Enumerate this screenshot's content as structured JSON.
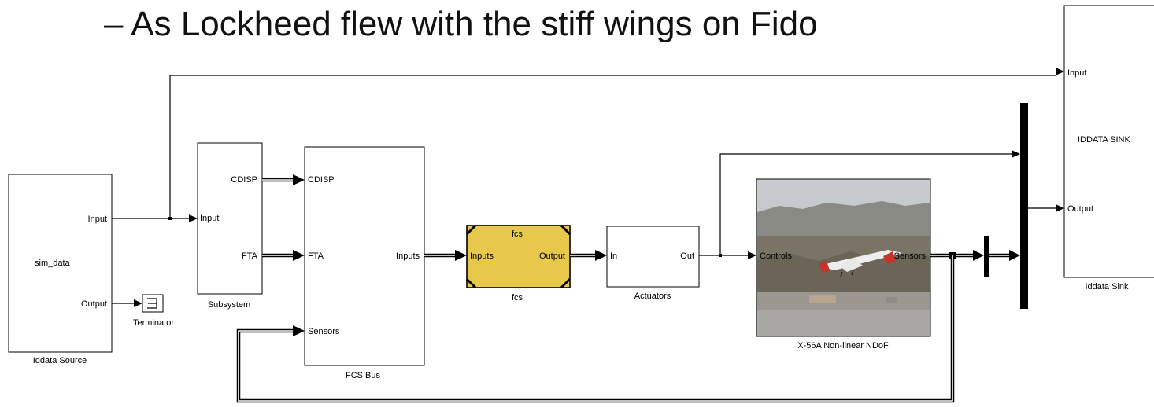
{
  "heading": "– As Lockheed flew with the stiff wings on Fido",
  "blocks": {
    "iddata_source": {
      "name": "Iddata Source",
      "body": "sim_data",
      "ports": {
        "input": "Input",
        "output": "Output"
      }
    },
    "terminator": {
      "name": "Terminator"
    },
    "subsystem": {
      "name": "Subsystem",
      "in_ports": {
        "input": "Input"
      },
      "out_ports": {
        "cdisp": "CDISP",
        "fta": "FTA"
      }
    },
    "fcs_bus": {
      "name": "FCS Bus",
      "in_ports": {
        "cdisp": "CDISP",
        "fta": "FTA",
        "sensors": "Sensors"
      },
      "out_ports": {
        "inputs": "Inputs"
      }
    },
    "fcs": {
      "name": "fcs",
      "title": "fcs",
      "in_ports": {
        "inputs": "Inputs"
      },
      "out_ports": {
        "output": "Output"
      },
      "color": "#e8c84a"
    },
    "actuators": {
      "name": "Actuators",
      "in_ports": {
        "in": "In"
      },
      "out_ports": {
        "out": "Out"
      }
    },
    "x56a": {
      "name": "X-56A Non-linear NDoF",
      "in_ports": {
        "controls": "Controls"
      },
      "out_ports": {
        "sensors": "Sensors"
      }
    },
    "iddata_sink": {
      "name": "Iddata Sink",
      "body": "IDDATA SINK",
      "in_ports": {
        "input": "Input",
        "output": "Output"
      }
    }
  }
}
